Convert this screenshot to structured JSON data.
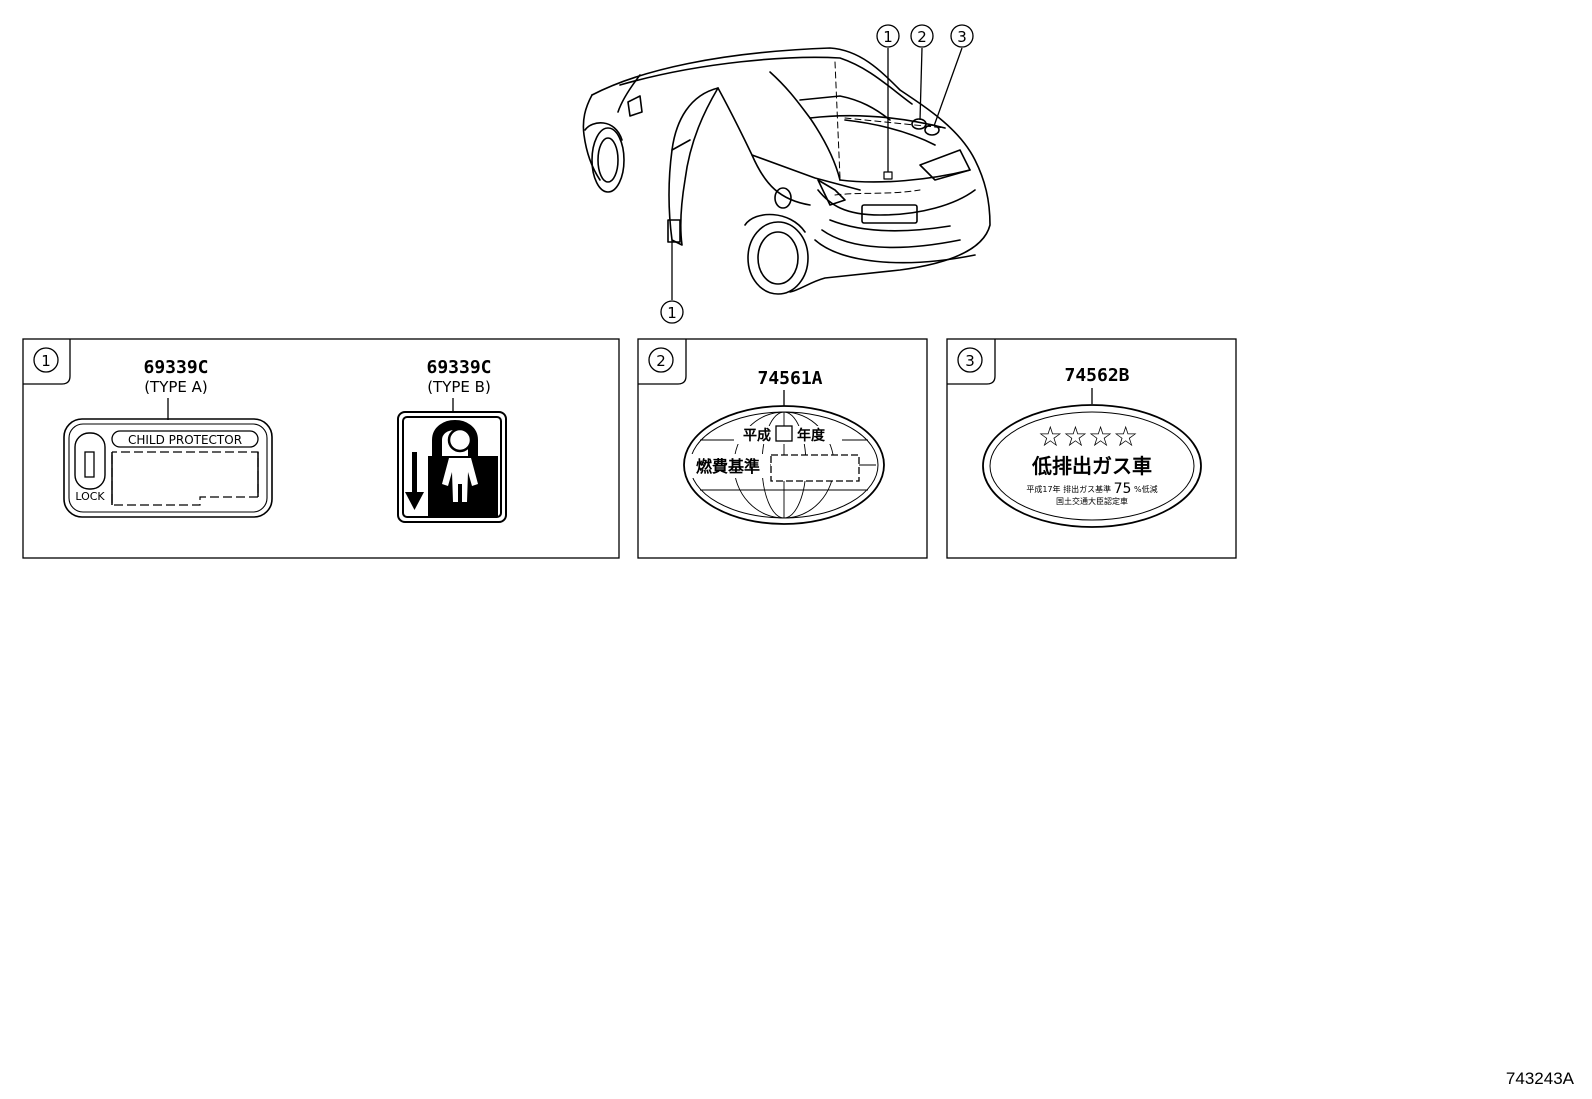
{
  "callouts": {
    "one": "1",
    "two": "2",
    "three": "3"
  },
  "panel1": {
    "callout": "1",
    "type_a": {
      "part": "69339C",
      "type": "(TYPE A)",
      "label_text": "CHILD PROTECTOR",
      "lock_text": "LOCK"
    },
    "type_b": {
      "part": "69339C",
      "type": "(TYPE B)"
    }
  },
  "panel2": {
    "callout": "2",
    "part": "74561A",
    "line1_left": "平成",
    "line1_right": "年度",
    "line2": "燃費基準"
  },
  "panel3": {
    "callout": "3",
    "part": "74562B",
    "stars": "☆☆☆☆",
    "main": "低排出ガス車",
    "line1_a": "平成17年 排出ガス基準",
    "line1_num": "75",
    "line1_b": "%低減",
    "line2": "国土交通大臣認定車"
  },
  "doc_id": "743243A"
}
